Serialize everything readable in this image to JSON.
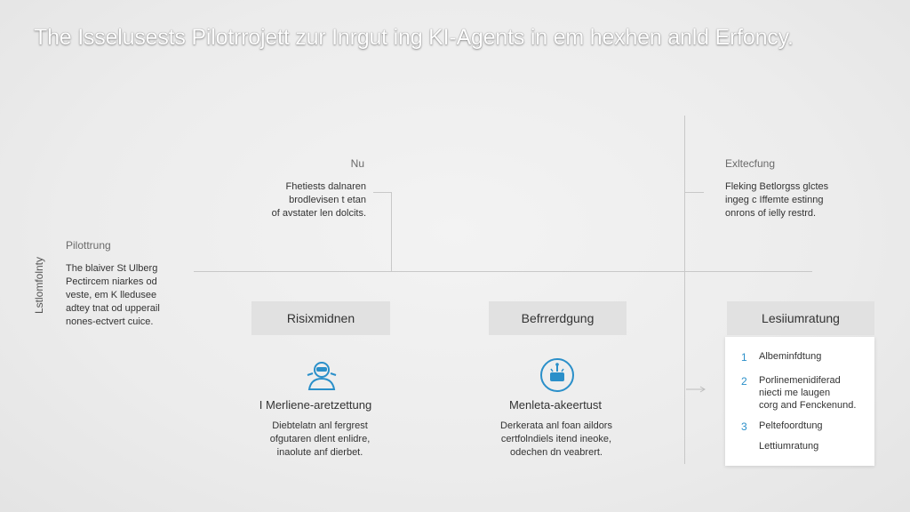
{
  "title": "The Isselusests Pilotrrojett zur Inrgut ing KI-Agents in em hexhen anld Erfoncy.",
  "left_rotated_label": "Lstlomfolnty",
  "pilot": {
    "heading": "Pilottrung",
    "body": [
      "The blaiver St Ulberg",
      "Pectircem niarkes od",
      "veste, em K lledusee",
      "adtey tnat od upperail",
      "nones-ectvert cuice."
    ]
  },
  "top_left": {
    "heading": "Nu",
    "body": [
      "Fhetiests dalnaren",
      "brodlevisen t etan",
      "of avstater len dolcits."
    ]
  },
  "top_right": {
    "heading": "Exltecfung",
    "body": [
      "Fleking Betlorgss glctes",
      "ingeg c Iffemte estinng",
      "onrons of ielly restrd."
    ]
  },
  "boxes": [
    {
      "label": "Risixmidnen"
    },
    {
      "label": "Befrrerdgung"
    },
    {
      "label": "Lesiiumratung"
    }
  ],
  "col1": {
    "icon": "shield-person-icon",
    "heading": "I Merliene-aretzettung",
    "body": [
      "Diebtelatn anl fergrest",
      "ofgutaren dlent enlidre,",
      "inaolute anf dierbet."
    ]
  },
  "col2": {
    "icon": "robot-circle-icon",
    "heading": "Menleta-akeertust",
    "body": [
      "Derkerata anl foan aildors",
      "certfolndiels itend ineoke,",
      "odechen dn veabrert."
    ]
  },
  "panel_list": [
    {
      "num": "1",
      "lines": [
        "Albeminfdtung"
      ]
    },
    {
      "num": "2",
      "lines": [
        "Porlinemenidiferad",
        "niecti me laugen",
        "corg and Fenckenund."
      ]
    },
    {
      "num": "3",
      "lines": [
        "Peltefoordtung"
      ]
    },
    {
      "num": "",
      "lines": [
        "Lettiumratung"
      ]
    }
  ],
  "colors": {
    "accent": "#2a8fc9",
    "line": "#c8c8c8",
    "box": "#e1e1e1"
  }
}
